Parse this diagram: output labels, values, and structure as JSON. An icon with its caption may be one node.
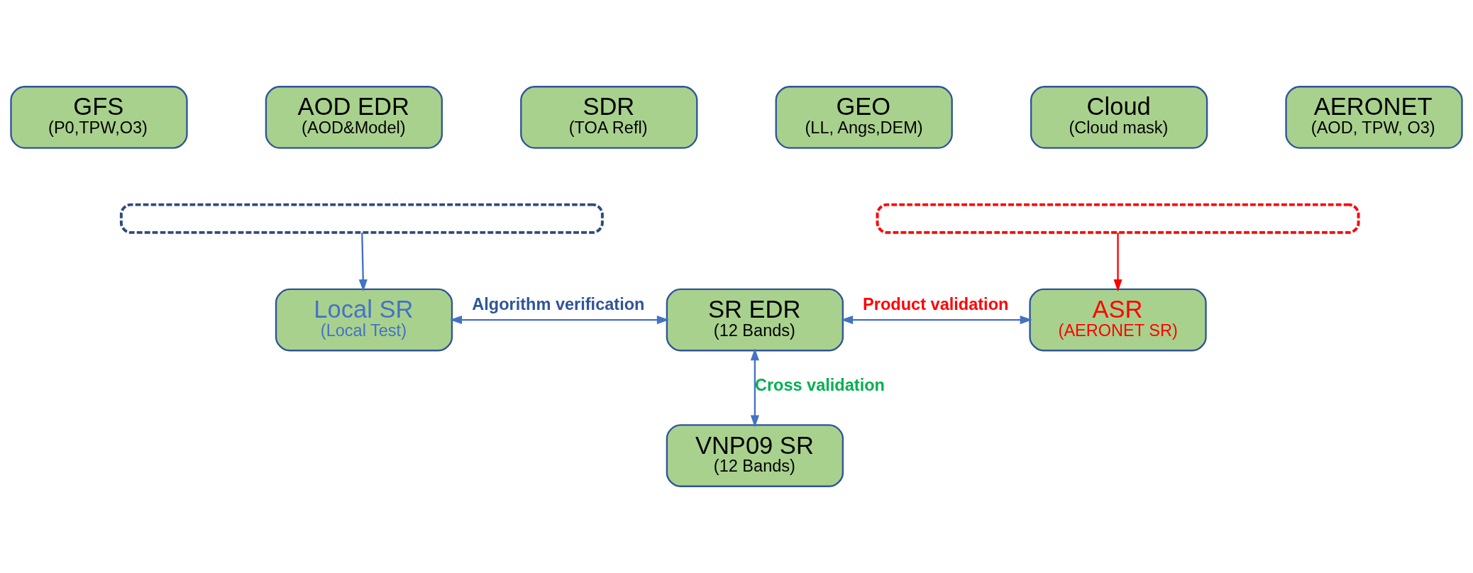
{
  "diagram": {
    "nodes": [
      {
        "text": [],
        "shape": "box"
      },
      {
        "text": [],
        "shape": "box"
      },
      {
        "text": [
          "GFS",
          "(P0,TPW,O3)"
        ]
      },
      {
        "text": [
          "AOD EDR",
          "(AOD&Model)"
        ]
      },
      {
        "text": [
          "SDR",
          "(TOA Refl)"
        ]
      },
      {
        "text": [
          "GEO",
          "(LL, Angs,DEM)"
        ]
      },
      {
        "text": [
          "Cloud",
          "(Cloud mask)"
        ]
      },
      {
        "text": [
          "AERONET",
          "(AOD, TPW, O3)"
        ]
      },
      {
        "text": [
          "Local SR",
          "(Local Test)"
        ]
      },
      {
        "text": [
          "SR EDR",
          "(12 Bands)"
        ]
      },
      {
        "text": [
          "ASR",
          "(AERONET SR)"
        ]
      },
      {
        "text": [
          "VNP09 SR",
          "(12 Bands)"
        ]
      }
    ],
    "edges": [
      {
        "from": 0,
        "to": 8,
        "arrow": "to"
      },
      {
        "from": 1,
        "to": 10,
        "arrow": "to",
        "color": "#ff0000"
      },
      {
        "from": 8,
        "to": 9,
        "arrow": "both",
        "label": "Algorithm verification"
      },
      {
        "from": 9,
        "to": 10,
        "arrow": "both",
        "label": "Product validation"
      },
      {
        "from": 9,
        "to": 11,
        "arrow": "both",
        "label": "Cross validation"
      }
    ]
  }
}
